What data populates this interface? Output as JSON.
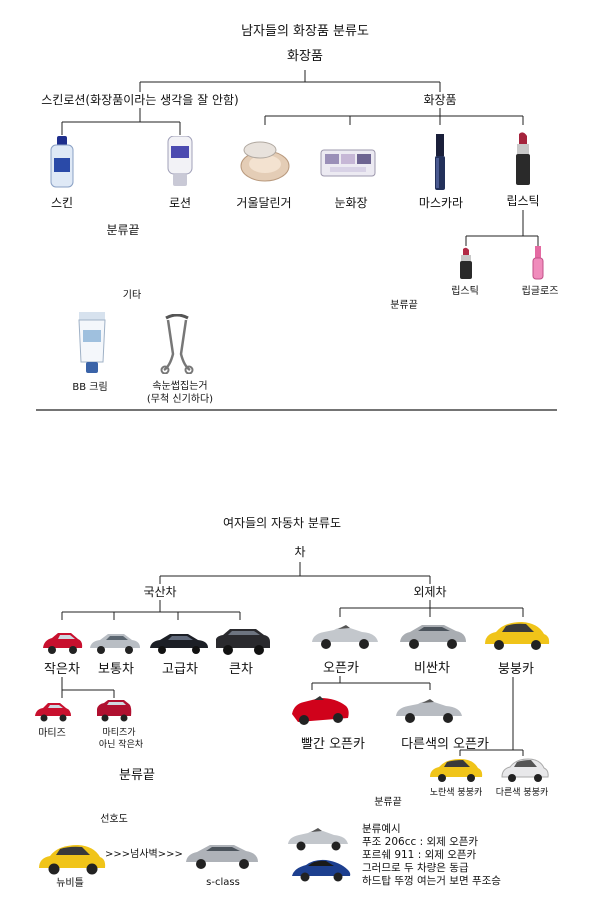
{
  "cosmetics": {
    "title": "남자들의 화장품 분류도",
    "root": "화장품",
    "skin_group": "스킨로션(화장품이라는 생각을 잘 안함)",
    "cosmetic_group": "화장품",
    "skin": "스킨",
    "lotion": "로션",
    "compact": "거울달린거",
    "eyeshadow": "눈화장",
    "mascara": "마스카라",
    "lipstick": "립스틱",
    "lipstick_sub": "립스틱",
    "lipgloss": "립글로즈",
    "end_left": "분류끝",
    "end_right": "분류끝",
    "etc": "기타",
    "bb": "BB 크림",
    "curler_1": "속눈썹집는거",
    "curler_2": "(무척 신기하다)"
  },
  "cars": {
    "title": "여자들의 자동차 분류도",
    "root": "차",
    "domestic": "국산차",
    "foreign": "외제차",
    "small": "작은차",
    "normal": "보통차",
    "luxury": "고급차",
    "big": "큰차",
    "matiz": "마티즈",
    "not_matiz_1": "마티즈가",
    "not_matiz_2": "아닌 작은차",
    "end_left": "분류끝",
    "open": "오픈카",
    "expensive": "비싼차",
    "bungbung": "붕붕카",
    "red_open": "빨간 오픈카",
    "other_open": "다른색의 오픈카",
    "yellow_bb": "노란색 붕붕카",
    "other_bb": "다른색 붕붕카",
    "end_right": "분류끝",
    "preference": "선호도",
    "newbeetle": "뉴비틀",
    "arrow": ">>>넘사벽>>>",
    "sclass": "s-class",
    "example_lines": [
      "분류예시",
      "푸조 206cc : 외제 오픈카",
      "포르쉐 911 : 외제 오픈카",
      "그러므로  두 차량은 동급",
      "하드탑 뚜껑 여는거 보면 푸조승"
    ]
  }
}
